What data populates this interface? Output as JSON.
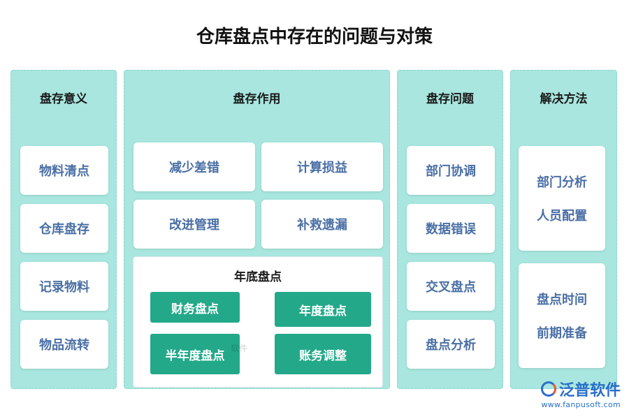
{
  "title": "仓库盘点中存在的问题与对策",
  "columns": {
    "significance": {
      "header": "盘存意义",
      "items": [
        "物料清点",
        "仓库盘存",
        "记录物料",
        "物品流转"
      ]
    },
    "function": {
      "header": "盘存作用",
      "items": [
        "减少差错",
        "计算损益",
        "改进管理",
        "补救遗漏"
      ],
      "year_end": {
        "header": "年底盘点",
        "items": [
          "财务盘点",
          "年度盘点",
          "半年度盘点",
          "账务调整"
        ]
      }
    },
    "problems": {
      "header": "盘存问题",
      "items": [
        "部门协调",
        "数据错误",
        "交叉盘点",
        "盘点分析"
      ]
    },
    "solutions": {
      "header": "解决方法",
      "groups": [
        [
          "部门分析",
          "人员配置"
        ],
        [
          "盘点时间",
          "前期准备"
        ]
      ]
    }
  },
  "watermark": "软件",
  "logo": {
    "name": "泛普软件",
    "url": "www.fanpusoft.com"
  }
}
